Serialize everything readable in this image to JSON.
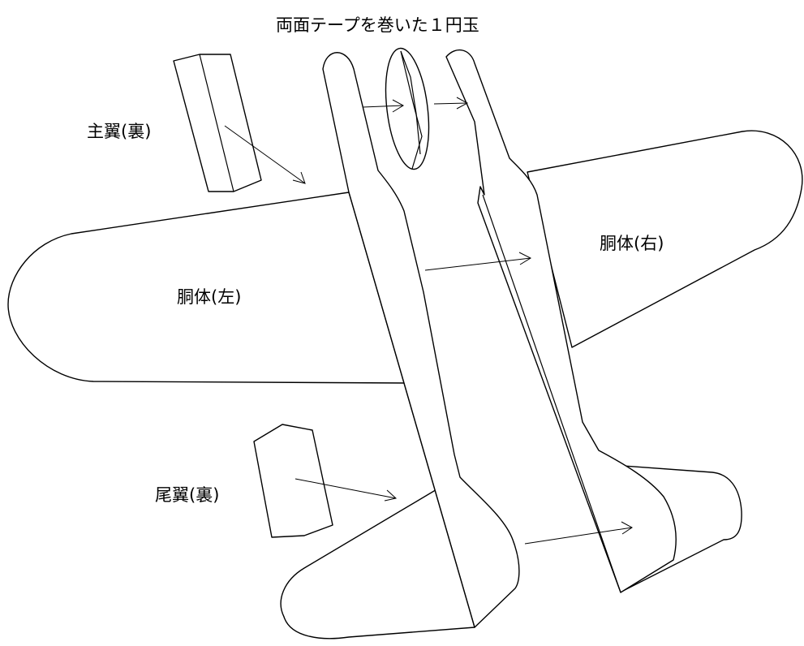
{
  "labels": {
    "coin": "両面テープを巻いた１円玉",
    "main_wing_back": "主翼(裏)",
    "fuselage_left": "胴体(左)",
    "fuselage_right": "胴体(右)",
    "tail_wing_back": "尾翼(裏)"
  },
  "colors": {
    "line": "#000000",
    "background": "#ffffff"
  }
}
